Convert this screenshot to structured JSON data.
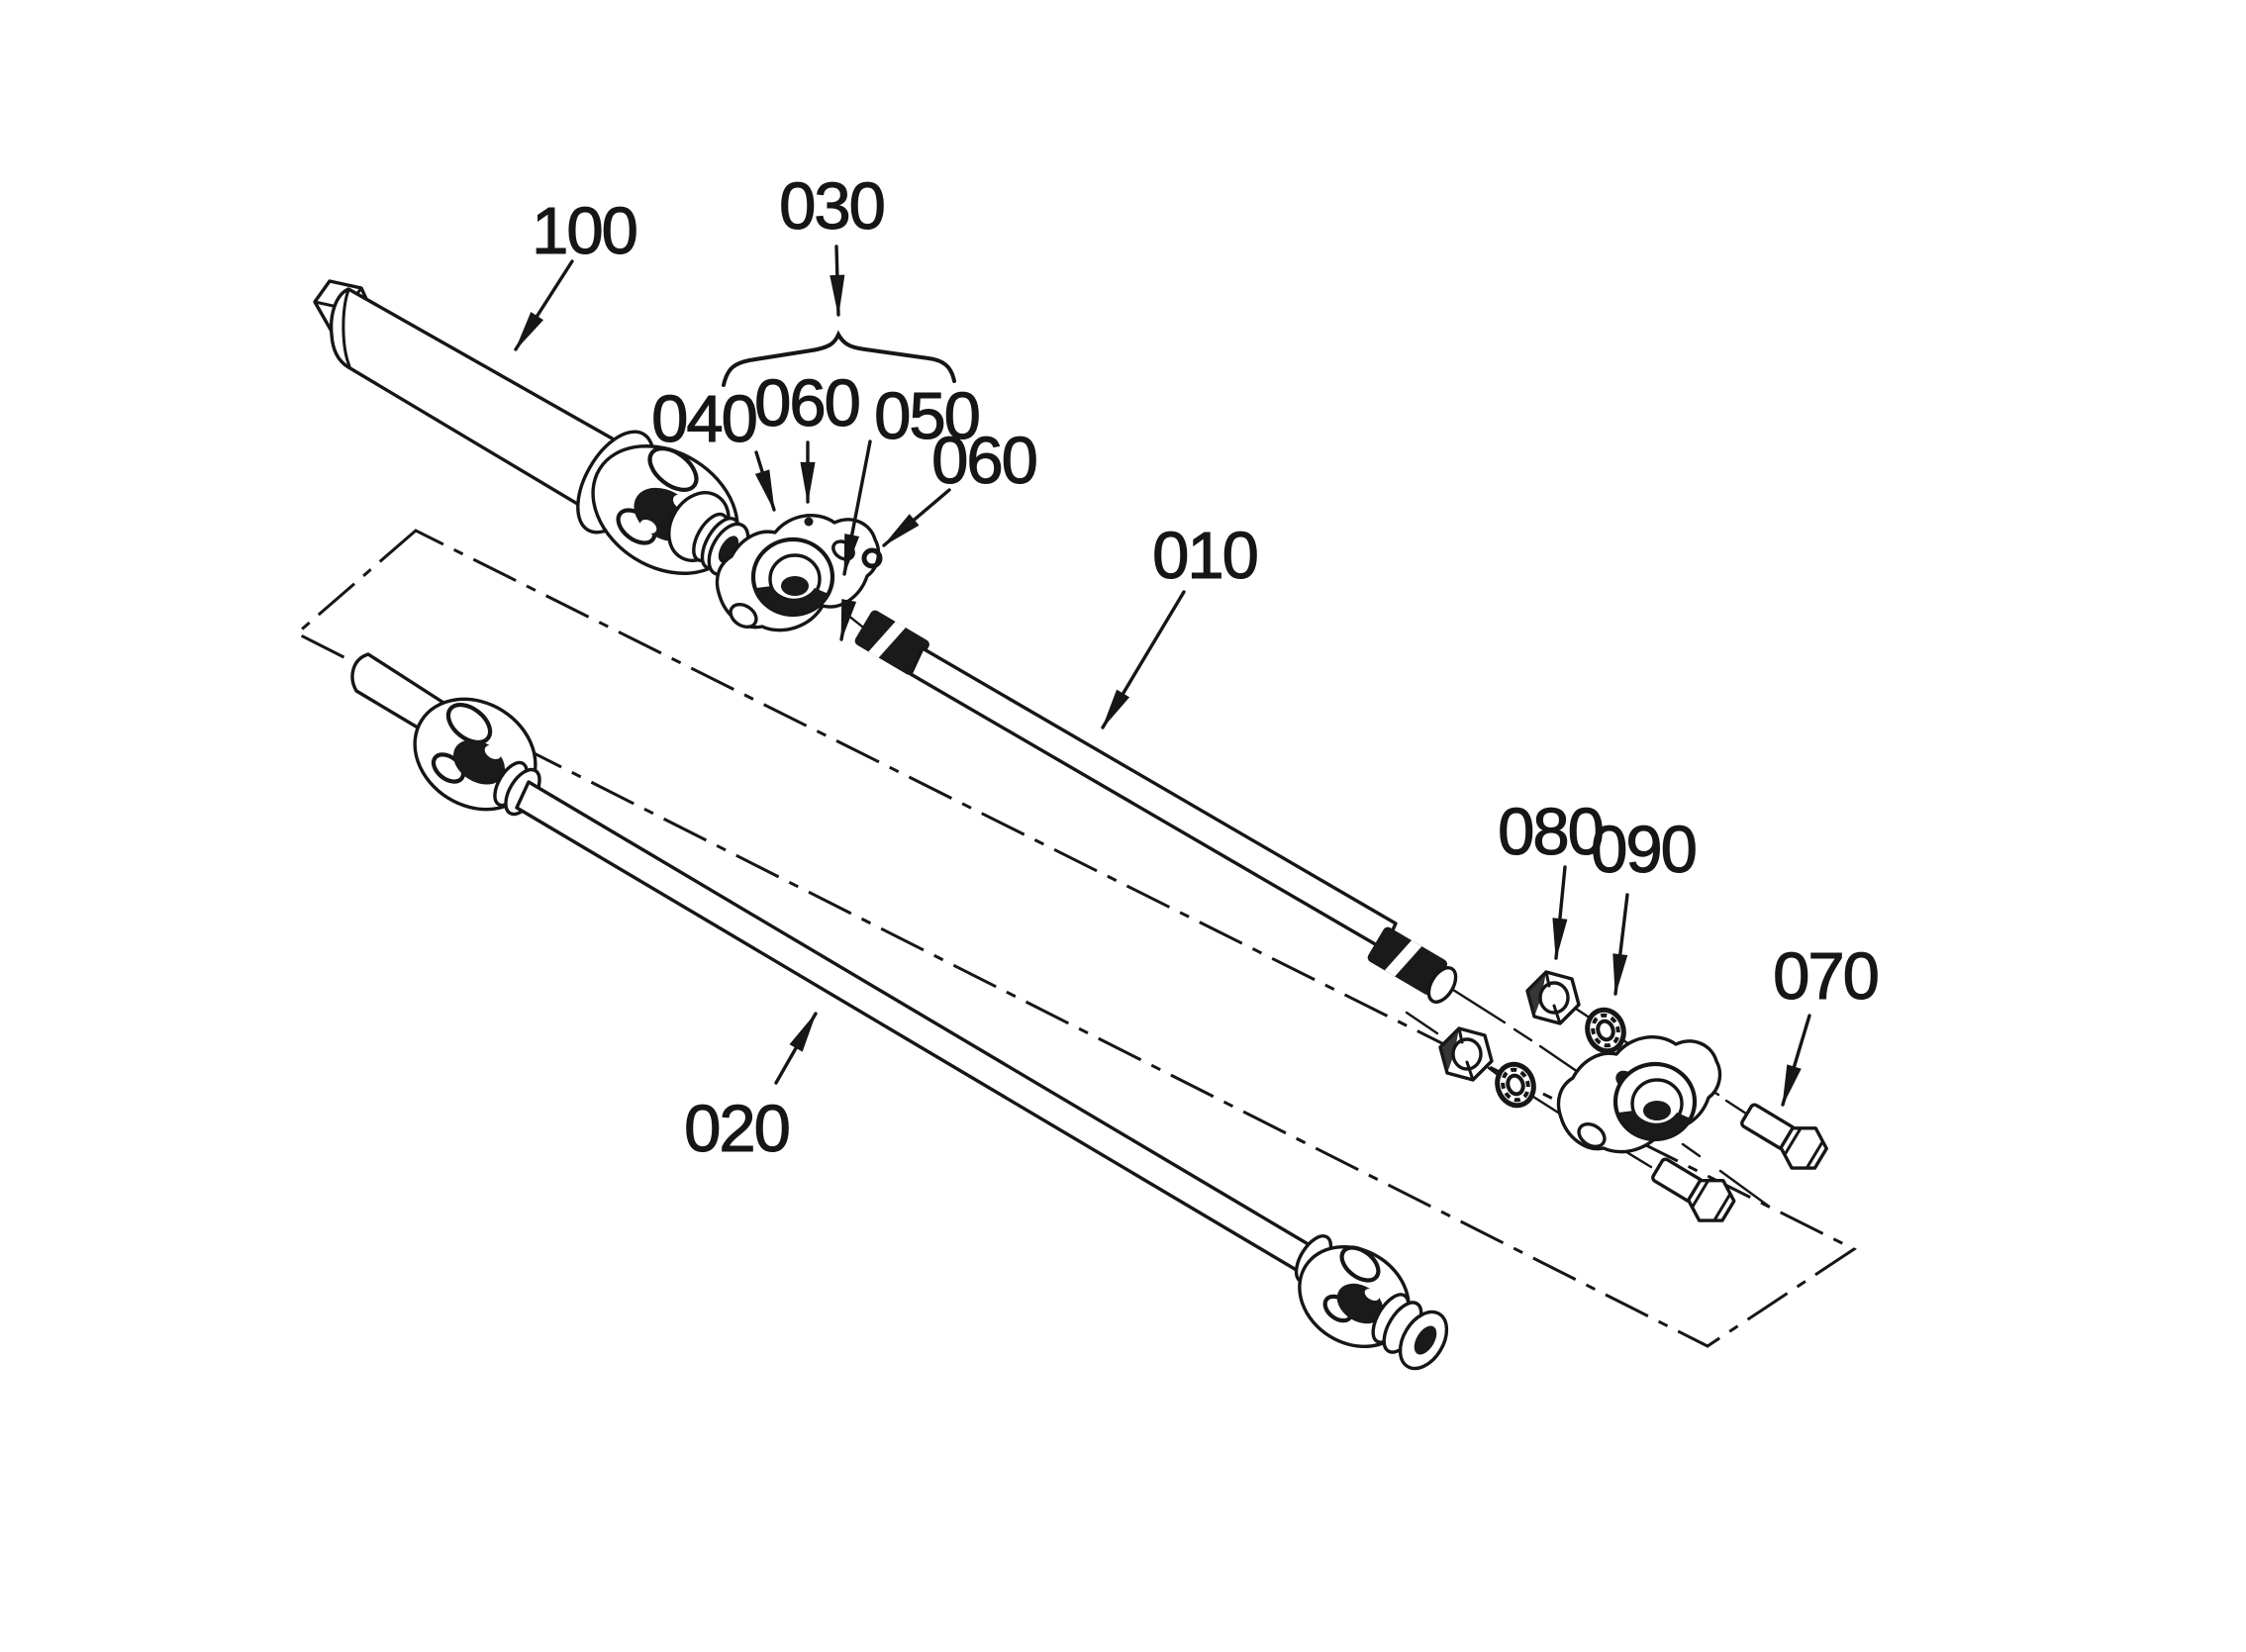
{
  "figure": {
    "type": "exploded-parts-diagram",
    "background_color": "#ffffff",
    "line_color": "#161616",
    "callouts": [
      {
        "ref": "100",
        "points_to": "cover-shaft-tube"
      },
      {
        "ref": "030",
        "points_to": "bearing-holder-assembly-group"
      },
      {
        "ref": "040",
        "points_to": "bearing-holder-flange-front"
      },
      {
        "ref": "060",
        "points_to": "snap-ring-front"
      },
      {
        "ref": "050",
        "points_to": "bearing"
      },
      {
        "ref": "060",
        "points_to": "snap-ring-rear"
      },
      {
        "ref": "010",
        "points_to": "propeller-shaft-front"
      },
      {
        "ref": "020",
        "points_to": "propeller-shaft-rear"
      },
      {
        "ref": "080",
        "points_to": "hex-nuts"
      },
      {
        "ref": "090",
        "points_to": "washers"
      },
      {
        "ref": "070",
        "points_to": "hex-bolts"
      }
    ]
  }
}
